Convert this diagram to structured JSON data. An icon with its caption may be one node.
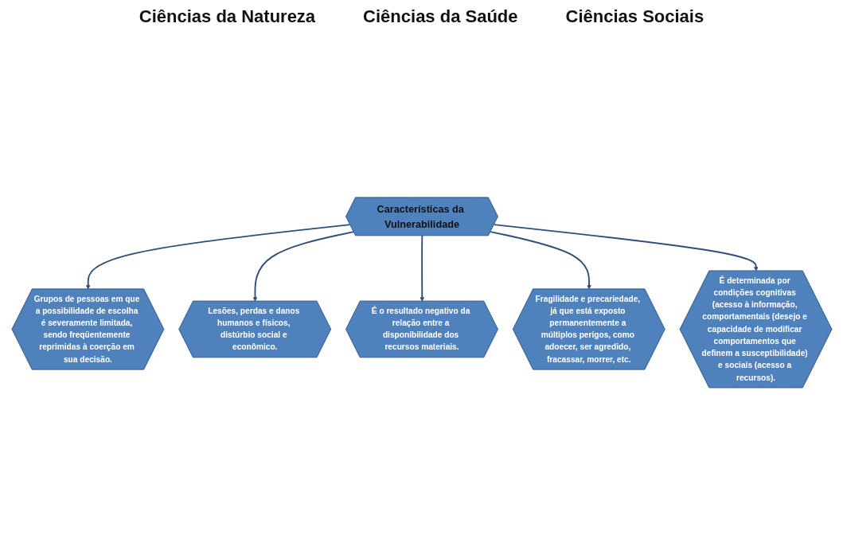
{
  "diagram": {
    "nodes": [
      {
        "text": [
          "Grupos de pessoas em que a possibilidade de escolha é severamente limitada, sendo freqüentemente reprimidas à coerção em sua decisão."
        ]
      },
      {
        "text": [
          "Lesões, perdas e danos humanos e físicos, distúrbio social e econômico."
        ]
      },
      {
        "text": [
          "É o resultado negativo da relação entre a disponibilidade dos recursos materiais."
        ]
      },
      {
        "text": [
          "Características da Vulnerabilidade"
        ]
      },
      {
        "text": [
          "Fragilidade e precariedade, já que está exposto permanentemente a múltiplos perigos, como adoecer, ser agredido, fracassar, morrer, etc."
        ]
      },
      {
        "text": [
          "É determinada por condições cognitivas (acesso à informação, comportamentais (desejo e capacidade de modificar comportamentos que definem a susceptibilidade) e sociais (acesso a recursos)."
        ]
      }
    ],
    "edges": [
      {
        "from": 3,
        "to": 0,
        "arrow": "to"
      },
      {
        "from": 3,
        "to": 1,
        "arrow": "to"
      },
      {
        "from": 3,
        "to": 2,
        "arrow": "to"
      },
      {
        "from": 3,
        "to": 4,
        "arrow": "to"
      },
      {
        "from": 3,
        "to": 5,
        "arrow": "to"
      }
    ],
    "labels": [
      "Ciências da Natureza",
      "Ciências da Saúde",
      "Ciências Sociais"
    ]
  }
}
